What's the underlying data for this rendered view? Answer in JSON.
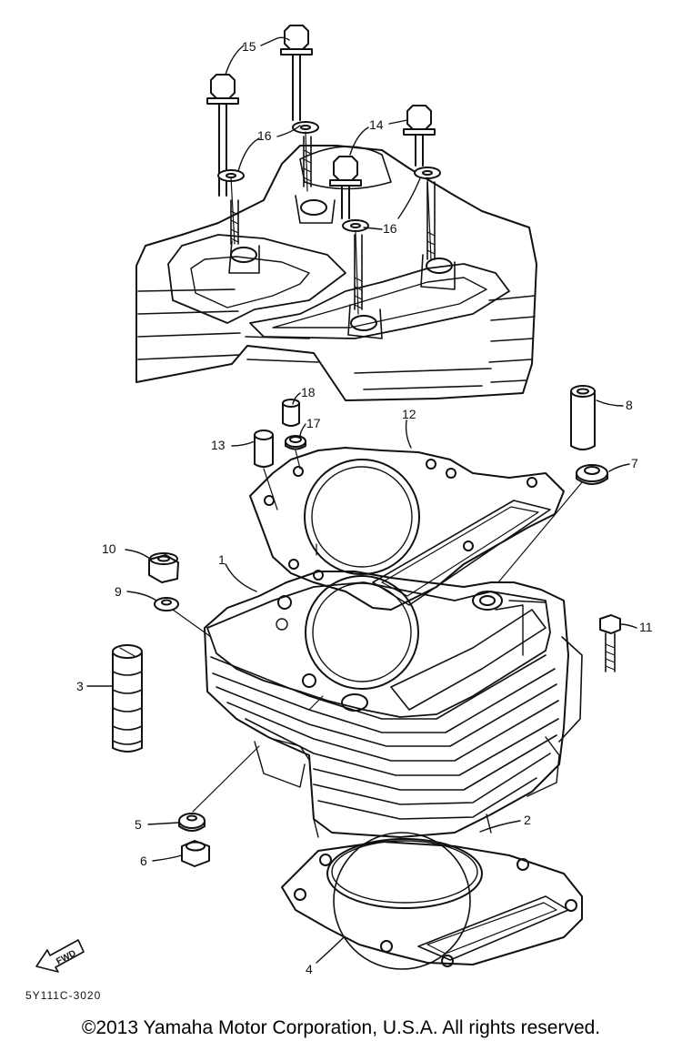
{
  "diagram": {
    "drawing_code": "5Y111C-3020",
    "fwd_label": "FWD",
    "part_labels": {
      "p1": "1",
      "p2": "2",
      "p3": "3",
      "p4": "4",
      "p5": "5",
      "p6": "6",
      "p7": "7",
      "p8": "8",
      "p9": "9",
      "p10": "10",
      "p11": "11",
      "p12": "12",
      "p13": "13",
      "p14": "14",
      "p15": "15",
      "p16a": "16",
      "p16b": "16",
      "p17": "17",
      "p18": "18"
    }
  },
  "footer": {
    "copyright": "©2013 Yamaha Motor Corporation, U.S.A. All rights reserved."
  },
  "colors": {
    "ink": "#111111",
    "background": "#ffffff"
  }
}
